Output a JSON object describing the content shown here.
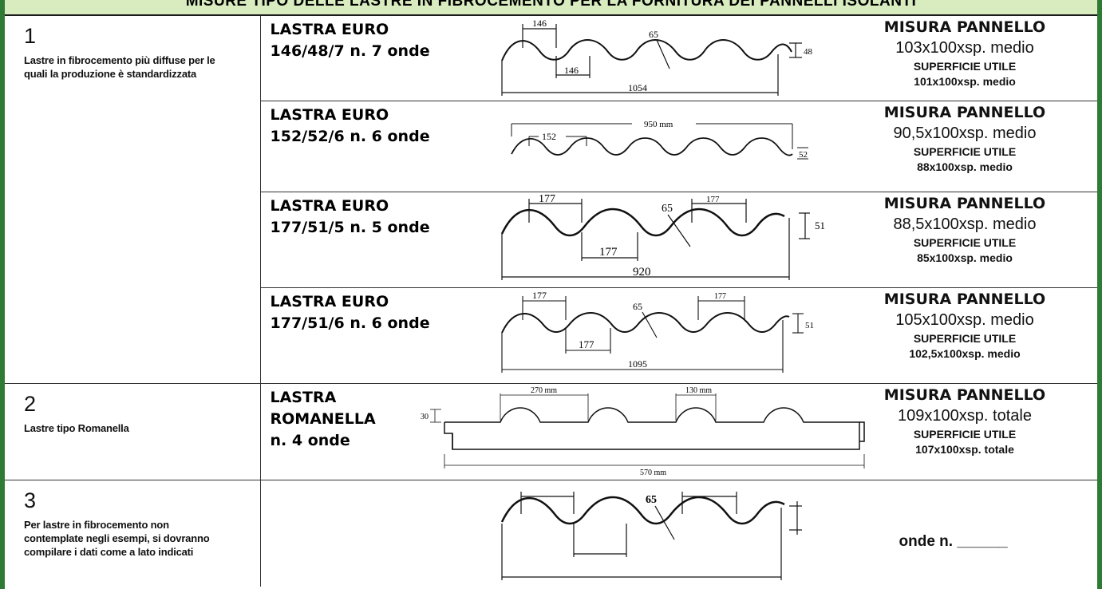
{
  "header": {
    "title": "MISURE TIPO DELLE LASTRE IN FIBROCEMENTO PER LA FORNITURA DEI PANNELLI ISOLANTI"
  },
  "categories": [
    {
      "number": "1",
      "description": "Lastre in fibrocemento più diffuse per le\nquali la produzione è standardizzata"
    },
    {
      "number": "2",
      "description": "Lastre tipo Romanella"
    },
    {
      "number": "3",
      "description": "Per lastre in fibrocemento non\ncontemplate negli esempi, si dovranno\ncompilare i dati come a lato indicati"
    }
  ],
  "lastre": [
    {
      "name": "LASTRA EURO\n146/48/7 n. 7 onde",
      "panel_label": "MISURA PANNELLO",
      "panel_size": "103x100xsp. medio",
      "useful_label": "SUPERFICIE UTILE",
      "useful_size": "101x100xsp. medio",
      "dims": {
        "pitch": "146",
        "pitch2": "146",
        "radius": "65",
        "height": "48",
        "width": "1054"
      }
    },
    {
      "name": "LASTRA EURO\n152/52/6 n. 6 onde",
      "panel_label": "MISURA PANNELLO",
      "panel_size": "90,5x100xsp. medio",
      "useful_label": "SUPERFICIE UTILE",
      "useful_size": "88x100xsp. medio",
      "dims": {
        "pitch": "152",
        "height": "52",
        "width": "950 mm"
      }
    },
    {
      "name": "LASTRA EURO\n177/51/5 n. 5 onde",
      "panel_label": "MISURA PANNELLO",
      "panel_size": "88,5x100xsp. medio",
      "useful_label": "SUPERFICIE UTILE",
      "useful_size": "85x100xsp. medio",
      "dims": {
        "pitch": "177",
        "pitch2": "177",
        "pitch3": "177",
        "radius": "65",
        "height": "51",
        "width": "920"
      }
    },
    {
      "name": "LASTRA EURO\n177/51/6 n. 6 onde",
      "panel_label": "MISURA PANNELLO",
      "panel_size": "105x100xsp. medio",
      "useful_label": "SUPERFICIE UTILE",
      "useful_size": "102,5x100xsp. medio",
      "dims": {
        "pitch": "177",
        "pitch2": "177",
        "pitch3": "177",
        "radius": "65",
        "height": "51",
        "width": "1095"
      }
    },
    {
      "name": "LASTRA\nROMANELLA\nn. 4 onde",
      "panel_label": "MISURA PANNELLO",
      "panel_size": "109x100xsp. totale",
      "useful_label": "SUPERFICIE UTILE",
      "useful_size": "107x100xsp. totale",
      "dims": {
        "pitch": "270 mm",
        "pitch2": "130 mm",
        "height": "30",
        "width": "570 mm"
      }
    }
  ],
  "custom": {
    "radius": "65",
    "onde_label": "onde n. ______"
  },
  "colors": {
    "frame": "#2f7a34",
    "header_bg": "#d8ecc0"
  }
}
